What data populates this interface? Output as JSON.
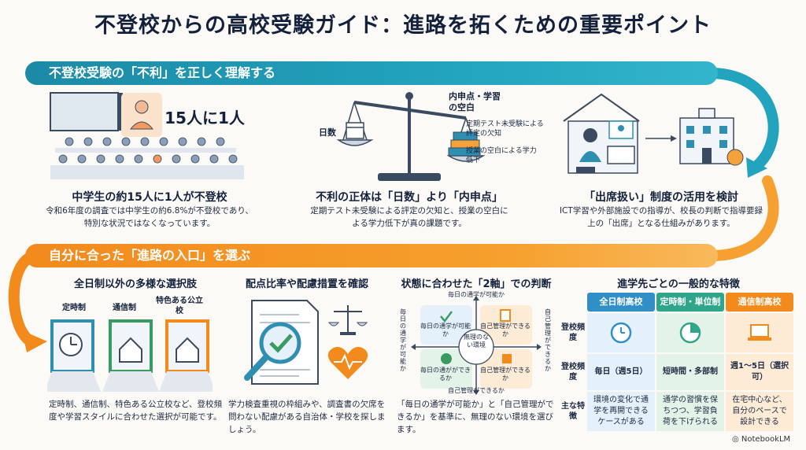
{
  "title": "不登校からの高校受験ガイド：進路を拓くための重要ポイント",
  "section1": {
    "banner": "不登校受験の「不利」を正しく理解する",
    "col1": {
      "ratio_label": "15人に1人",
      "title": "中学生の約15人に1人が不登校",
      "text": "令和6年度の調査では中学生の約6.8%が不登校であり、特別な状況ではなくなっています。"
    },
    "col2": {
      "label_days": "日数",
      "label_naishin": "内申点・学習の空白",
      "label_test": "定期テスト未受験による評定の欠知",
      "label_blank": "授業の空白による学力低下",
      "title": "不利の正体は「日数」より「内申点」",
      "text": "定期テスト未受験による評定の欠知と、授業の空白による学力低下が真の課題です。"
    },
    "col3": {
      "title": "「出席扱い」制度の活用を検討",
      "text": "ICT学習や外部施設での指導が、校長の判断で指導要録上の「出席」となる仕組みがあります。"
    }
  },
  "section2": {
    "banner": "自分に合った「進路の入口」を選ぶ",
    "col1": {
      "title": "全日制以外の多様な選択肢",
      "door1": "定時制",
      "door2": "通信制",
      "door3": "特色ある公立校",
      "text": "定時制、通信制、特色ある公立校など、登校頻度や学習スタイルに合わせた選択が可能です。"
    },
    "col2": {
      "title": "配点比率や配慮措置を確認",
      "text": "学力検査重視の枠組みや、調査書の欠席を問わない配慮がある自治体・学校を探しましょう。"
    },
    "col3": {
      "title": "状態に合わせた「2軸」での判断",
      "axis_top": "毎日の通学が可能か",
      "axis_bottom": "自己管理ができるか",
      "axis_left": "毎日の通学が可能か",
      "axis_right": "自己管理ができるか",
      "q1": "毎日の通学が可能か",
      "q2": "自己管理ができるか",
      "q3": "毎日の通がができるか",
      "q4": "自己管理ができるか",
      "center": "無理のない環境",
      "text": "「毎日の通学が可能か」と「自己管理ができるか」を基準に、無理のない環境を選びます。"
    },
    "col4": {
      "title": "進学先ごとの一般的な特徴",
      "headers": [
        "全日制高校",
        "定時制・単位制",
        "通信制高校"
      ],
      "row_labels": [
        "登校頻度",
        "登校頻度",
        "主な特徴"
      ],
      "freq": [
        "毎日（週5日）",
        "短時間・多部制",
        "週1〜5日（選択可）"
      ],
      "features": [
        "環境の変化で通学を再開できるケースがある",
        "通学の習慣を保ちつつ、学習負荷を下げられる",
        "在宅中心など、自分のペースで設計できる"
      ]
    }
  },
  "logo": "NotebookLM",
  "colors": {
    "teal": "#1c8aa6",
    "orange": "#f28a1c",
    "navy": "#13213d"
  }
}
